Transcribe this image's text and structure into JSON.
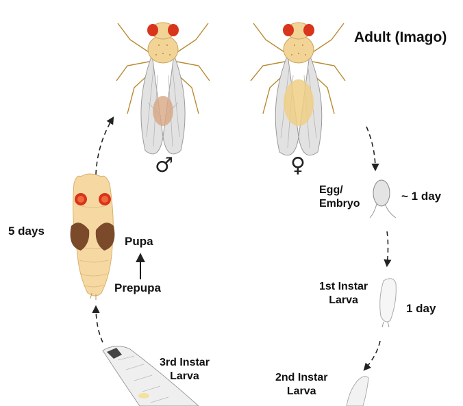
{
  "title": "Adult (Imago)",
  "symbols": {
    "male": "♂",
    "female": "♀"
  },
  "stages": {
    "egg": {
      "line1": "Egg/",
      "line2": "Embryo",
      "duration": "~ 1 day"
    },
    "first_instar": {
      "line1": "1st Instar",
      "line2": "Larva",
      "duration": "1 day"
    },
    "second_instar": {
      "line1": "2nd Instar",
      "line2": "Larva"
    },
    "third_instar": {
      "line1": "3rd Instar",
      "line2": "Larva"
    },
    "prepupa": {
      "label": "Prepupa"
    },
    "pupa": {
      "label": "Pupa",
      "duration": "5 days"
    }
  },
  "colors": {
    "fly_body": "#f3d497",
    "fly_eye": "#d9341c",
    "wing": "#dcdcdc",
    "pupa_body": "#f6d9a2",
    "pupa_wing_pad": "#7a4a2a",
    "arrow": "#222222"
  }
}
